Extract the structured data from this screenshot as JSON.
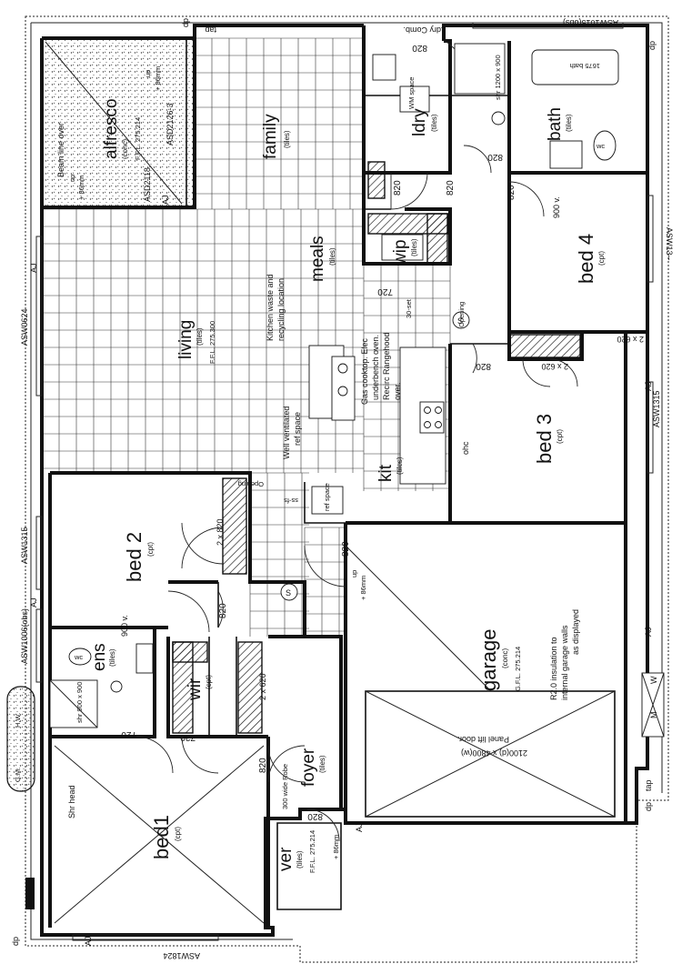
{
  "rooms": {
    "alfresco": {
      "name": "alfresco",
      "sub": "(conc)",
      "ffl": "F.F.L. 275.214"
    },
    "family": {
      "name": "family",
      "sub": "(tiles)"
    },
    "meals": {
      "name": "meals",
      "sub": "(tiles)"
    },
    "living": {
      "name": "living",
      "sub": "(tiles)",
      "ffl": "F.F.L. 275.300"
    },
    "kit": {
      "name": "kit",
      "sub": "(tiles)"
    },
    "wip": {
      "name": "wip",
      "sub": "(tiles)"
    },
    "ldry": {
      "name": "ldry",
      "sub": "(tiles)"
    },
    "bath": {
      "name": "bath",
      "sub": "(tiles)"
    },
    "bed4": {
      "name": "bed 4",
      "sub": "(cpt)"
    },
    "bed3": {
      "name": "bed 3",
      "sub": "(cpt)"
    },
    "bed2": {
      "name": "bed 2",
      "sub": "(cpt)"
    },
    "ens": {
      "name": "ens",
      "sub": "(tiles)"
    },
    "wir": {
      "name": "wir",
      "sub": "(cpt)"
    },
    "foyer": {
      "name": "foyer",
      "sub": "(tiles)"
    },
    "bed1": {
      "name": "bed1",
      "sub": "(cpt)"
    },
    "ver": {
      "name": "ver",
      "sub": "(tiles)",
      "ffl": "F.F.L. 275.214"
    },
    "garage": {
      "name": "garage",
      "sub": "(conc)",
      "gfl": "G.F.L. 275.214"
    }
  },
  "notes": {
    "beamline": "Beam line over",
    "up_86": "up",
    "up_86b": "+ 86mm",
    "ffl_tag": "+ 86mm",
    "asd2118": "ASD2118",
    "asd2126": "ASD2126-3",
    "kitchen_waste_1": "Kitchen waste and",
    "kitchen_waste_2": "recycling location",
    "cooktop_1": "Gas cooktop. Elec",
    "cooktop_2": "underbench oven.",
    "cooktop_3": "Recirc Rangehood",
    "cooktop_4": "over.",
    "well_vent_1": "Well ventilated",
    "well_vent_2": "ref space",
    "opening_kit": "Opening",
    "opening_b3": "Opening",
    "ss": "ss-fs",
    "ohc": "ohc",
    "garage_ins_1": "R2.0 insulation to",
    "garage_ins_2": "internal garage walls",
    "garage_ins_3": "as displayed",
    "panel_1": "Panel lift door.",
    "panel_2": "2100(d) x 4800(w)",
    "ldry_comb": "Ldry Comb.",
    "bath_size": "1675 bath",
    "shr_size": "shr 1200 x 900",
    "ens_shr": "shr 900 x 900",
    "shr_head": "Shr head",
    "wm_space": "WM space",
    "ref_space": "ref space",
    "robe": "300 wide Robe",
    "s_mark": "S",
    "wc": "wc"
  },
  "dims": {
    "d820": "820",
    "d720": "720",
    "v900": "900 v.",
    "d2x620": "2 x 620",
    "d2x820": "2 x 820",
    "d30": "30-set"
  },
  "windows": {
    "asw1015": "ASW1015(obs)",
    "asw13": "ASW13--",
    "asw1315_r": "ASW1315",
    "asw0624": "ASW0624",
    "asw1315_l": "ASW1315",
    "asw1006": "ASW1006(obs)",
    "asw1824": "ASW1824"
  },
  "marks": {
    "dp": "dp",
    "tap": "tap",
    "aj": "AJ",
    "hw": "H.W.",
    "gm": "G.M.",
    "w": "W",
    "m": "M"
  }
}
